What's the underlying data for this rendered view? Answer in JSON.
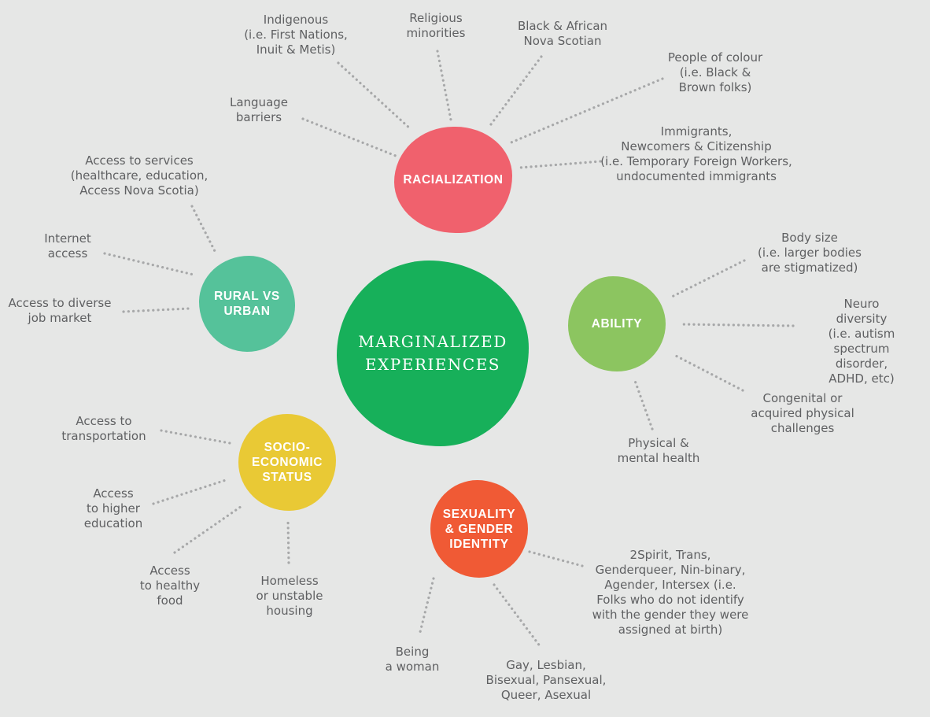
{
  "center": {
    "label": "MARGINALIZED\nEXPERIENCES",
    "color": "#17b05a"
  },
  "categories": {
    "racialization": {
      "label": "RACIALIZATION",
      "color": "#f0616d"
    },
    "rural": {
      "label": "RURAL VS\nURBAN",
      "color": "#55c29a"
    },
    "ability": {
      "label": "ABILITY",
      "color": "#8cc560"
    },
    "socio": {
      "label": "SOCIO-\nECONOMIC\nSTATUS",
      "color": "#e9c935"
    },
    "sexuality": {
      "label": "SEXUALITY\n& GENDER\nIDENTITY",
      "color": "#f05a35"
    }
  },
  "items": {
    "indigenous": "Indigenous\n(i.e. First Nations,\nInuit & Metis)",
    "religious": "Religious\nminorities",
    "black": "Black & African\nNova Scotian",
    "poc": "People of colour\n(i.e. Black &\nBrown folks)",
    "language": "Language\nbarriers",
    "immigrants": "Immigrants,\nNewcomers & Citizenship\n(i.e. Temporary Foreign Workers,\nundocumented immigrants",
    "services": "Access to services\n(healthcare, education,\nAccess Nova Scotia)",
    "internet": "Internet\naccess",
    "jobs": "Access to diverse\njob market",
    "body": "Body size\n(i.e. larger bodies\nare stigmatized)",
    "neuro": "Neuro diversity\n(i.e. autism\nspectrum disorder,\nADHD, etc)",
    "congenital": "Congenital or\nacquired physical\nchallenges",
    "physical": "Physical &\nmental health",
    "transportation": "Access to\ntransportation",
    "higher_ed": "Access\nto higher\neducation",
    "food": "Access\nto healthy\nfood",
    "housing": "Homeless\nor unstable\nhousing",
    "twospirit": "2Spirit, Trans,\nGenderqueer, Nin-binary,\nAgender, Intersex (i.e.\nFolks who do not identify\nwith the gender they were\nassigned at birth)",
    "woman": "Being\na woman",
    "gay": "Gay, Lesbian,\nBisexual, Pansexual,\nQueer, Asexual"
  },
  "colors": {
    "background": "#e6e7e6",
    "text": "#5f6062",
    "dots": "#a7a8a9"
  }
}
